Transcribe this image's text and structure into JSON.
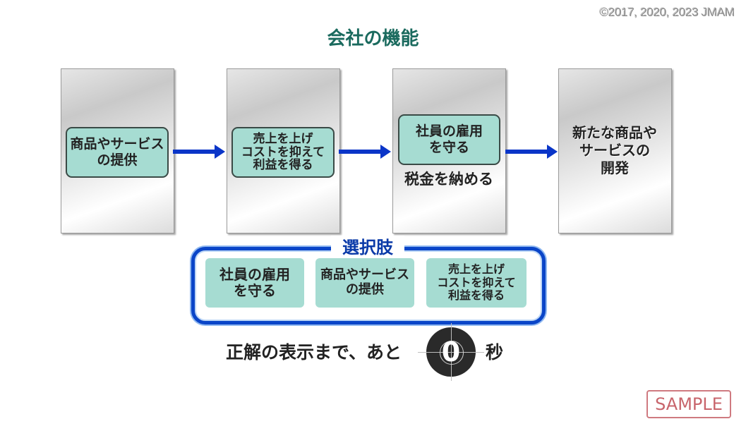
{
  "copyright": "©2017, 2020, 2023 JMAM",
  "title": "会社の機能",
  "flow": {
    "steps": [
      {
        "card": "商品やサービス\nの提供"
      },
      {
        "card": "売上を上げ\nコストを抑えて\n利益を得る"
      },
      {
        "card": "社員の雇用\nを守る",
        "note": "税金を納める"
      },
      {
        "text": "新たな商品や\nサービスの\n開発"
      }
    ],
    "colors": {
      "card_fill": "#a6dcd2",
      "arrow": "#0a35c8",
      "title": "#1a6a5e"
    }
  },
  "choices": {
    "label": "選択肢",
    "items": [
      "社員の雇用\nを守る",
      "商品やサービス\nの提供",
      "売上を上げ\nコストを抑えて\n利益を得る"
    ],
    "border_color": "#0a45c8"
  },
  "countdown": {
    "prefix": "正解の表示まで、あと",
    "value": "0",
    "suffix": "秒"
  },
  "watermark": "SAMPLE"
}
